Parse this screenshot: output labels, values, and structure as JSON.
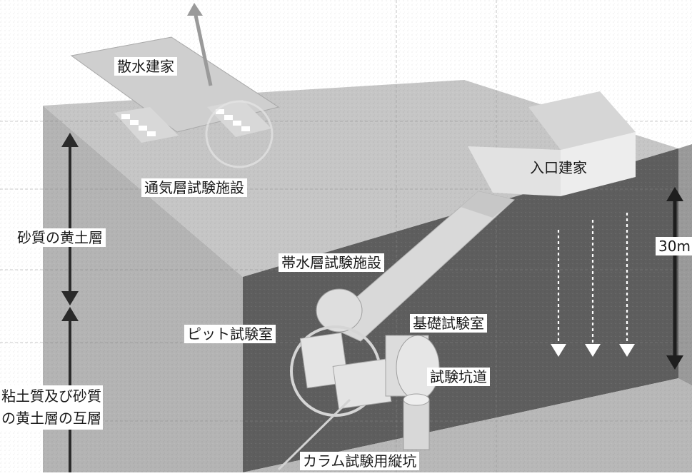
{
  "labels": {
    "sprinkler_building": "散水建家",
    "vadose_facility": "通気層試験施設",
    "entrance_building": "入口建家",
    "sandy_loess": "砂質の黄土層",
    "aquifer_facility": "帯水層試験施設",
    "depth": "30m",
    "pit_room": "ピット試験室",
    "foundation_room": "基礎試験室",
    "test_tunnel": "試験坑道",
    "alternating_line1": "粘土質及び砂質",
    "alternating_line2": "の黄土層の互層",
    "column_shaft": "カラム試験用縦坑"
  },
  "colors": {
    "top_surface": "#c4c4c4",
    "front_face": "#b0b0b0",
    "cut_face": "#5c5c5c",
    "arrow": "#2a2a2a",
    "label_bg": "#ffffff"
  }
}
